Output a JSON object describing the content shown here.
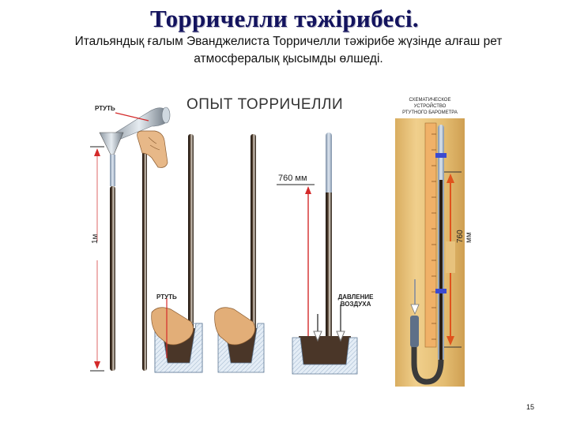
{
  "slide": {
    "title": "Торричелли тәжірибесі.",
    "subtitle": "Итальяндық ғалым Эванджелиста Торричелли тәжірибе жүзінде алғаш рет атмосфералық қысымды өлшеді.",
    "page_number": "15"
  },
  "figure": {
    "title": "ОПЫТ ТОРРИЧЕЛЛИ",
    "labels": {
      "mercury_top": "РТУТЬ",
      "mercury_bottom": "РТУТЬ",
      "length": "1м",
      "height_mm": "760 мм",
      "air_pressure_line1": "ДАВЛЕНИЕ",
      "air_pressure_line2": "ВОЗДУХА"
    },
    "barometer": {
      "caption_line1": "СХЕМАТИЧЕСКОЕ",
      "caption_line2": "УСТРОЙСТВО",
      "caption_line3": "РТУТНОГО БАРОМЕТРА",
      "height_label": "760 мм"
    },
    "colors": {
      "title": "#13135e",
      "arrow": "#d42a2a",
      "mercury": "#3a2a1e",
      "glass": "#a9b9cc",
      "wood": "#e7c27d",
      "scale": "#f0b168",
      "marker": "#3b4ad0"
    }
  }
}
